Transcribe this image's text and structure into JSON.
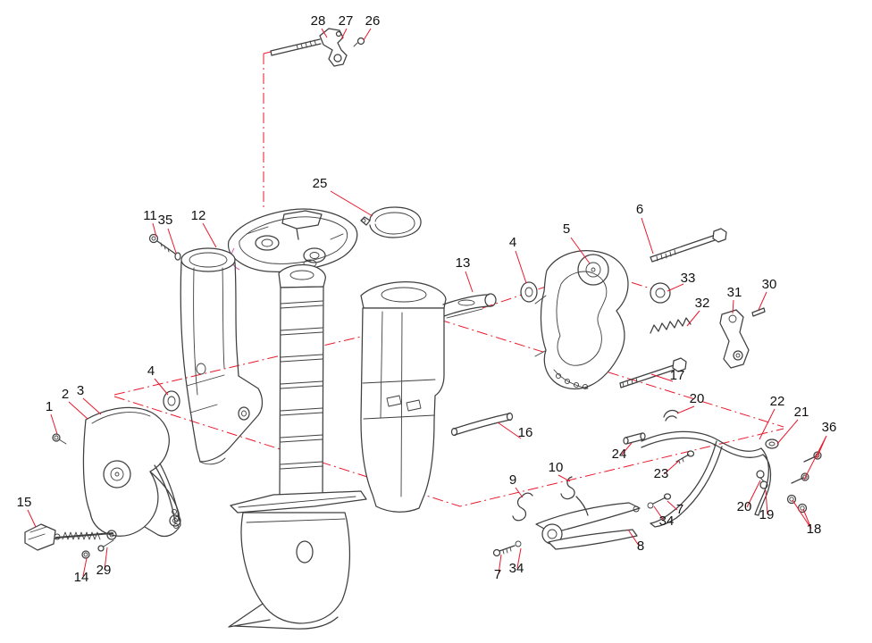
{
  "diagram": {
    "kind": "exploded-parts-diagram",
    "subject": "outboard-motor-bracket-and-drive-housing",
    "colors": {
      "line": "#3f3f3f",
      "leader": "#e8192c",
      "detail_pink": "#cf6db8",
      "background": "#ffffff"
    },
    "callouts": [
      {
        "label": "28"
      },
      {
        "label": "27"
      },
      {
        "label": "26"
      },
      {
        "label": "25"
      },
      {
        "label": "11"
      },
      {
        "label": "35"
      },
      {
        "label": "12"
      },
      {
        "label": "4"
      },
      {
        "label": "5"
      },
      {
        "label": "6"
      },
      {
        "label": "13"
      },
      {
        "label": "33"
      },
      {
        "label": "32"
      },
      {
        "label": "31"
      },
      {
        "label": "30"
      },
      {
        "label": "17"
      },
      {
        "label": "4"
      },
      {
        "label": "2"
      },
      {
        "label": "3"
      },
      {
        "label": "1"
      },
      {
        "label": "16"
      },
      {
        "label": "20"
      },
      {
        "label": "22"
      },
      {
        "label": "21"
      },
      {
        "label": "36"
      },
      {
        "label": "24"
      },
      {
        "label": "23"
      },
      {
        "label": "9"
      },
      {
        "label": "10"
      },
      {
        "label": "15"
      },
      {
        "label": "20"
      },
      {
        "label": "19"
      },
      {
        "label": "18"
      },
      {
        "label": "7"
      },
      {
        "label": "34"
      },
      {
        "label": "8"
      },
      {
        "label": "14"
      },
      {
        "label": "29"
      },
      {
        "label": "7"
      },
      {
        "label": "34"
      }
    ]
  }
}
